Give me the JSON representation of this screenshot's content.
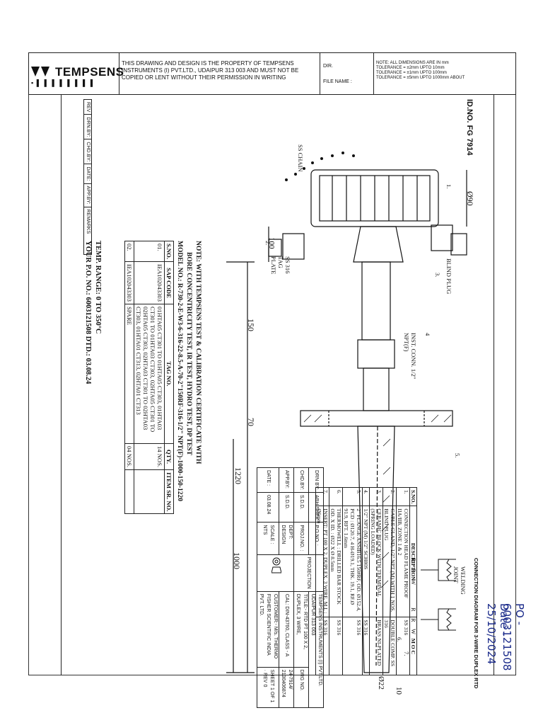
{
  "header": {
    "logo": "TEMPSENS",
    "logo_dots": "▪ ▌ ▌ ▌ ▌ ▌ ▌ ▌ ▌",
    "property_notice": "THIS DRAWING AND DESIGN IS THE PROPERTY OF TEMPSENS INSTRUMENTS (I) PVT.LTD., UDAIPUR 313 003 AND MUST NOT BE COPIED OR LENT WITHOUT THEIR PERMISSION IN WRITING",
    "dir_label": "DIR.",
    "file_label": "FILE NAME :",
    "dim_note": "NOTE: ALL DIMENSIONS ARE IN mm",
    "tol1": "TOLERANCE = ±2mm UPTO 10mm",
    "tol2": "TOLERANCE = ±1mm UPTO 100mm",
    "tol3": "TOLERANCE = ±5mm UPTO 1000mm ABOUT"
  },
  "drawing": {
    "id_no": "ID.NO. FG 7914",
    "labels": {
      "ss_chain": "SS CHAIN",
      "tag_plate": "SS 316 TAG PLATE",
      "blind_plug": "BLIND PLUG",
      "inst_conn": "INST. CONN. 1/2\" NPT(F)",
      "welding_joint": "WELDING JOINT",
      "d90": "Ø90",
      "dim_100": "100",
      "dim_150": "150",
      "dim_70": "70",
      "dim_1220": "1220",
      "dim_1000": "1000",
      "d22": "Ø22",
      "dim_10": "10",
      "b1": "1.",
      "b2": "2.",
      "b3": "3.",
      "b4": "4",
      "b5": "5.",
      "b6": "6.",
      "b7": "7."
    },
    "conn_diagram": "CONNECTION DIAGRAM FOR 3-WIRE DUPLEX RTD",
    "wires": [
      "R",
      "R",
      "W",
      "R",
      "R",
      "W"
    ]
  },
  "notes": {
    "line1": "NOTE: WITH TEMPSENS TEST & CALIBRATION CERTIFICATE WITH",
    "line2": "BORE CONCENTRICITY TEST, IR TEST, HYDRO TEST, DP TEST",
    "model": "MODEL NO.: R-730-2-E-W3-6-316-22-8.5-A-70-2\"150RF-316-1/2\" NPT(F)-1000-150-1220"
  },
  "order_table": {
    "headers": [
      "S.NO.",
      "SAP CODE",
      "TAG NO.",
      "QTY.",
      "ITEM SR. NO."
    ],
    "rows": [
      {
        "sno": "01.",
        "sap": "IEA102043303",
        "tags": "01HTA05 CT301 TO 01HTA05 CT303, 01HTA03 CT301 TO 01HTA03 CT303, 02HTA05 CT301 TO 02HTA05 CT303, 02HTA03 CT301 TO 02HTA03 CT303, 01HTA01 CT313, 02HTA01 CT313",
        "qty": "14 NOS.",
        "item": ""
      },
      {
        "sno": "02.",
        "sap": "IEA102043303",
        "tags": "SPARE",
        "qty": "04 NOS.",
        "item": ""
      }
    ]
  },
  "order_info": {
    "temp": "TEMP. RANGE: 0 TO 350°C",
    "po": "YOUR P.O. NO.: 6003121508  DTD.: 03.08.24"
  },
  "bom": {
    "headers": [
      "S.NO.",
      "DESCRIPTION",
      "M O C"
    ],
    "rows": [
      {
        "sno": "1.",
        "desc": "CONNECTION HEAD FLAME PROOF IIA/IIB, ZONE 1 & 2",
        "moc": "SS 316"
      },
      {
        "sno": "2.",
        "desc": "CABLE GLAND, 1/2\" NPT (M) WITH 1 NOS. BLIND PLUG",
        "moc": "DOUBLE COMP. SS 316"
      },
      {
        "sno": "3.",
        "desc": "CERAMIC BLOCK WITH TERMINAL (SPRING LOADED)",
        "moc": "BRASS NI-PLATED"
      },
      {
        "sno": "4.",
        "desc": "1/2\" NPT (M) 1/2\" SCH80S",
        "moc": "SS 316"
      },
      {
        "sno": "5.",
        "desc": "2\" FLANGE ANSIB16.5 150#RF, OD. Ø152.4, PCD : Ø120.7, 4 H-Ø19.1, THK. 19.1, RF.Ø 91.9, RFT. 1.6mm",
        "moc": "SS 316"
      },
      {
        "sno": "6.",
        "desc": "THERMOWELL : DRILLED BAR STOCK OD. X ID. : Ø22 X Ø 8.5mm",
        "moc": "SS 316"
      },
      {
        "sno": "7.",
        "desc": "INSERT: PT 100 X 2, DUPLEX, 3 WIRE, M.I. : Ø6mm",
        "moc": "SS 316"
      }
    ]
  },
  "title_block": {
    "company": "TEMPSENS INSTRUMENTS (I) PVT.LTD.   UDAIPUR 313 003",
    "title": "TITLE:- RTD PT 100 X 2, DUPLEX, 3 WIRE,",
    "title2": "CAL: DIN-43760, CLASS - A",
    "customer": "CUSTOMER:- M/s. THERMO FISHER SCIENTIFIC INDIA PVT. LTD.",
    "drg_no_label": "DRG NO.",
    "drg_no": "24-7914/",
    "drg_no2": "2130406874",
    "rev": "0",
    "sheet": "SHEET 1 OF 1",
    "rev_label": "REV",
    "projection": "PROJECTION",
    "drn_by": "DRN BY:",
    "drn_val": "ABHISHEK",
    "chd_by": "CHD.BY:",
    "chd_val": "S.D.D.",
    "app_by": "APP.BY:",
    "app_val": "S.D.D.",
    "date": "DATE :",
    "date_val": "03.08.24",
    "po_no": "P.O.NO. :",
    "proj_no": "PROJ.NO. :",
    "dept": "DEPT: DESIGN",
    "scale": "SCALE : NTS",
    "rev_row": [
      "REV",
      "DRN.BY:",
      "CHD.BY:",
      "DATE:",
      "APP.BY:",
      "REMARKS"
    ]
  },
  "handwritten": {
    "po": "PO - 6003121508",
    "date": "Date - 25/10/2024"
  }
}
